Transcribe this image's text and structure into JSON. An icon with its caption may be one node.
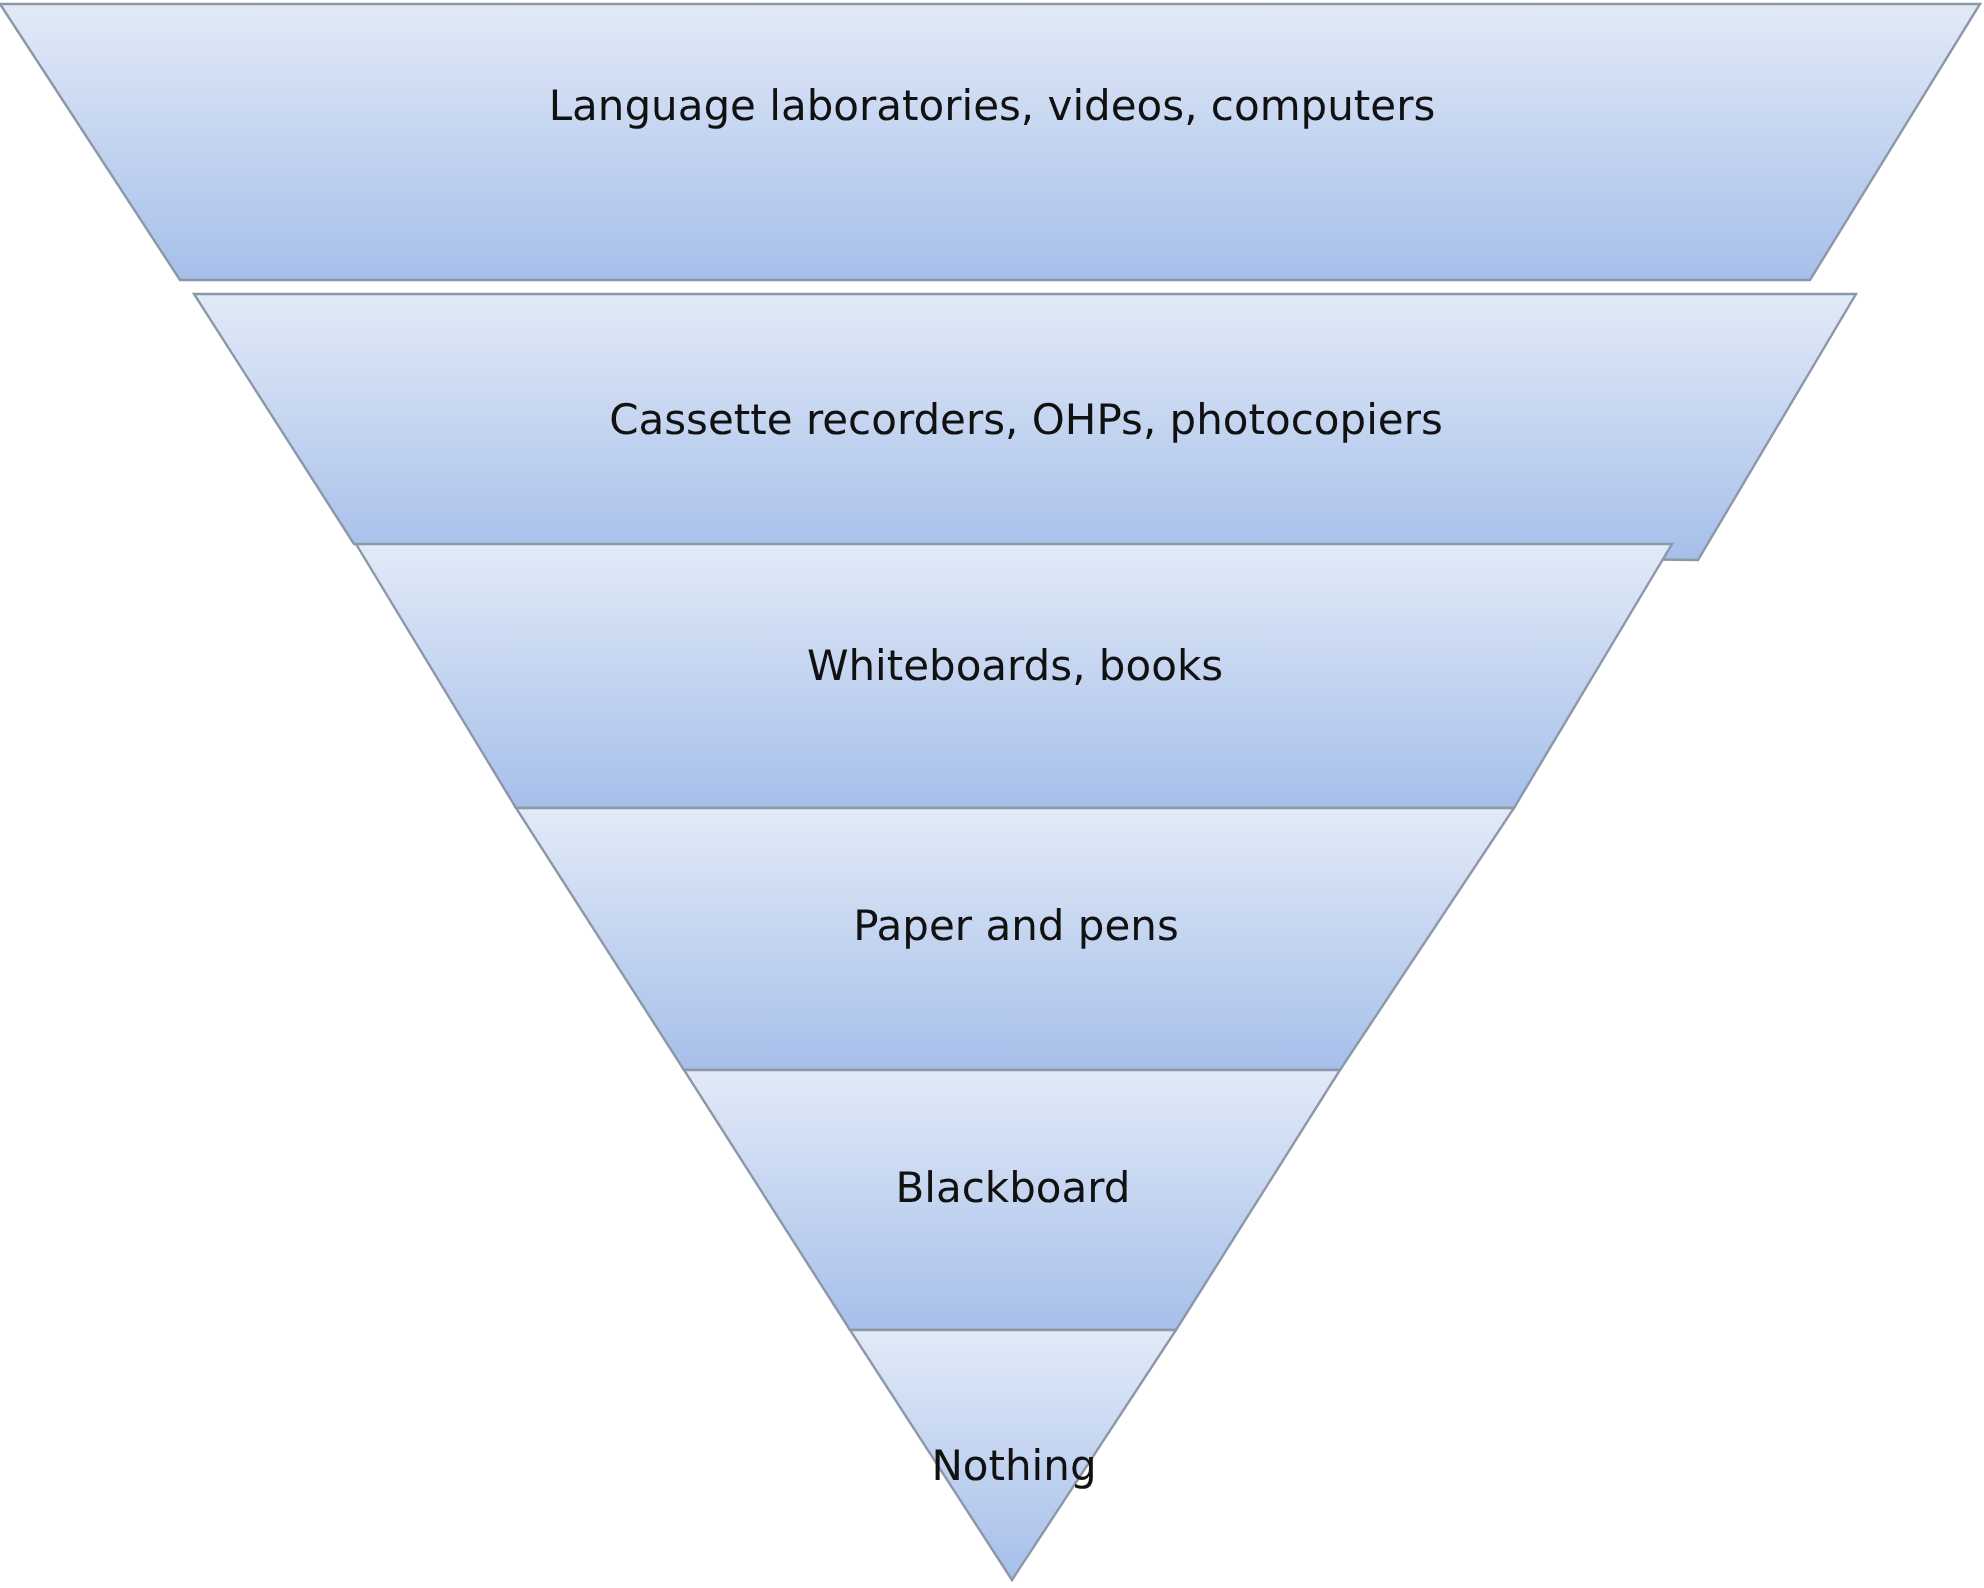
{
  "diagram": {
    "nodes": [
      {
        "text": [
          "Language laboratories, videos, computers"
        ]
      },
      {
        "text": [
          "Cassette recorders, OHPs, photocopiers"
        ]
      },
      {
        "text": [
          "Whiteboards, books"
        ]
      },
      {
        "text": [
          "Paper and pens"
        ]
      },
      {
        "text": [
          "Blackboard"
        ]
      },
      {
        "text": [
          "Nothing"
        ]
      }
    ]
  }
}
